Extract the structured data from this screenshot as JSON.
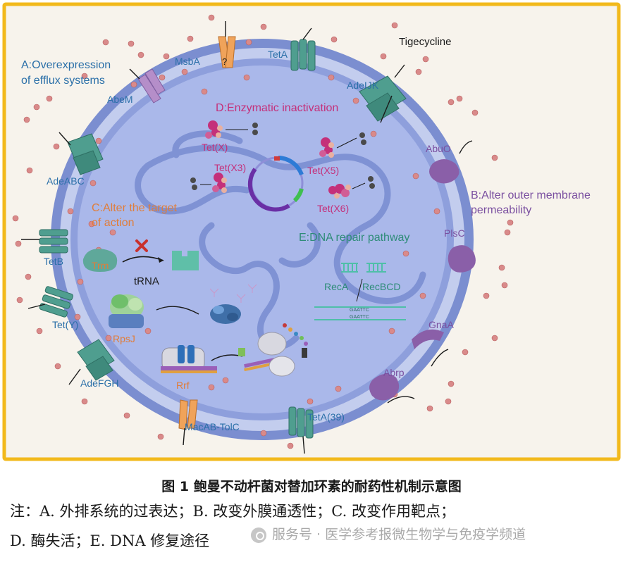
{
  "labels": {
    "tigecycline": "Tigecycline",
    "a_title_1": "A:Overexpression",
    "a_title_2": "of efflux systems",
    "b_title_1": "B:Alter outer membrane",
    "b_title_2": "permeability",
    "c_title_1": "C:Alter the target",
    "c_title_2": "of action",
    "d_title": "D:Enzymatic inactivation",
    "e_title": "E:DNA repair pathway",
    "msba": "MsbA",
    "msba_q": "?",
    "teta": "TetA",
    "adeijk": "AdeIJK",
    "abem": "AbeM",
    "adeabc": "AdeABC",
    "tetb": "TetB",
    "tety": "Tet(Y)",
    "adefgh": "AdeFGH",
    "macab": "MacAB-TolC",
    "teta39": "TetA(39)",
    "abuo": "AbuO",
    "plsc": "PlsC",
    "gnaa": "GnaA",
    "abrp": "Abrp",
    "tetx": "Tet(X)",
    "tetx3": "Tet(X3)",
    "tetx5": "Tet(X5)",
    "tetx6": "Tet(X6)",
    "trm": "Trm",
    "trna": "tRNA",
    "rpsj": "RpsJ",
    "rrf": "Rrf",
    "reca": "RecA",
    "recbcd": "RecBCD",
    "seq_top": "GAATTC",
    "seq_bottom": "GAATTC"
  },
  "caption": {
    "figure_title": "图 1 鲍曼不动杆菌对替加环素的耐药性机制示意图",
    "note_line1": "注：A. 外排系统的过表达；B. 改变外膜通透性；C. 改变作用靶点；",
    "note_line2": "D. 酶失活；E. DNA 修复途径",
    "watermark": "服务号 · 医学参考报微生物学与免疫学频道"
  },
  "colors": {
    "frame": "#f2b91c",
    "background": "#f7f3ec",
    "outer_membrane": "#7b8ed0",
    "periplasm": "#c3cdee",
    "cytoplasm": "#aab8ea",
    "efflux_pump": "#4f9e8f",
    "enzyme": "#c4307a",
    "label_blue": "#2a6fa8",
    "label_orange": "#e07d3a",
    "label_purple": "#7a4fa0",
    "label_teal": "#2e8c78"
  }
}
